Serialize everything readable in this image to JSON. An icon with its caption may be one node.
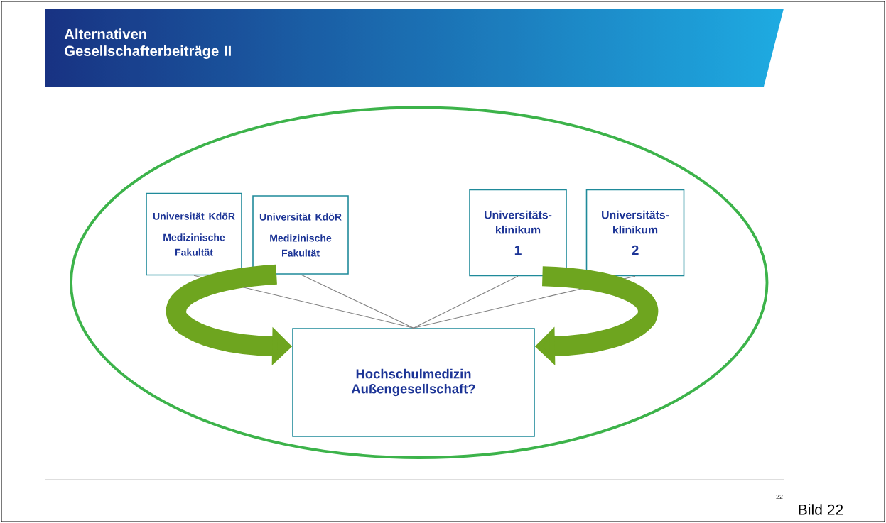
{
  "diagram": {
    "title": "Alternativen Gesellschafterbeiträge II",
    "nodes": [
      {
        "text": [],
        "shape": "ellipse"
      },
      {
        "text": [
          "Universität KdöR",
          "Medizinische Fakultät"
        ],
        "in": 0
      },
      {
        "text": [
          "Universität KdöR",
          "Medizinische Fakultät"
        ],
        "in": 0
      },
      {
        "text": [
          "Universitäts- klinikum",
          "1"
        ],
        "in": 0
      },
      {
        "text": [
          "Universitäts- klinikum",
          "2"
        ],
        "in": 0
      },
      {
        "text": [
          "Hochschulmedizin Außengesellschaft?"
        ],
        "in": 0
      }
    ],
    "edges": [
      {
        "from": 1,
        "to": 5,
        "arrow": "none"
      },
      {
        "from": 2,
        "to": 5,
        "arrow": "none"
      },
      {
        "from": 3,
        "to": 5,
        "arrow": "none"
      },
      {
        "from": 4,
        "to": 5,
        "arrow": "none"
      },
      {
        "from": 2,
        "to": 5,
        "arrow": "to",
        "style": "thick",
        "color": "#6ea51f"
      },
      {
        "from": 3,
        "to": 5,
        "arrow": "to",
        "style": "thick",
        "color": "#6ea51f"
      }
    ],
    "labels": [
      "22",
      "Bild 22"
    ]
  }
}
